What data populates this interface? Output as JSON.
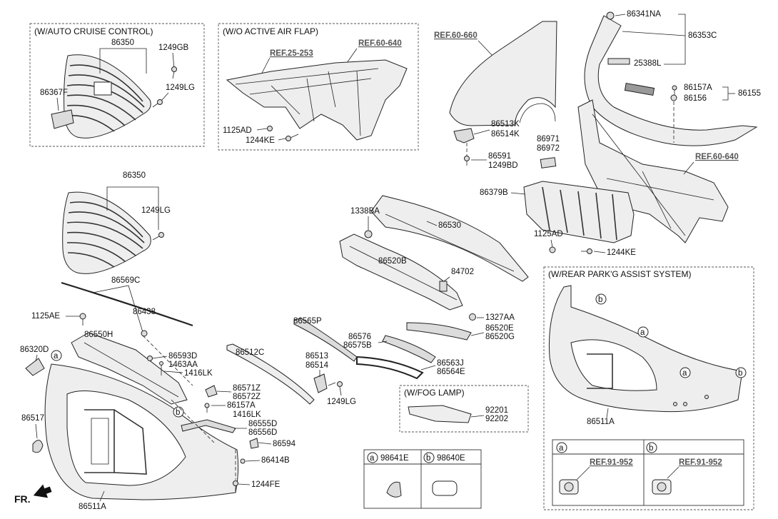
{
  "boxes": {
    "auto_cruise": "(W/AUTO CRUISE CONTROL)",
    "no_air_flap": "(W/O ACTIVE AIR FLAP)",
    "rear_park": "(W/REAR PARK'G ASSIST SYSTEM)",
    "fog_lamp": "(W/FOG LAMP)"
  },
  "refs": {
    "r25_253": "REF.25-253",
    "r60_640_top": "REF.60-640",
    "r60_660": "REF.60-660",
    "r60_640_right": "REF.60-640",
    "r91_952_a": "REF.91-952",
    "r91_952_b": "REF.91-952"
  },
  "labels": {
    "p86350_a": "86350",
    "p1249GB": "1249GB",
    "p86367F": "86367F",
    "p1249LG_a": "1249LG",
    "p1125AD_a": "1125AD",
    "p1244KE_a": "1244KE",
    "p86341NA": "86341NA",
    "p86353C": "86353C",
    "p25388L": "25388L",
    "p86157A_a": "86157A",
    "p86156": "86156",
    "p86155": "86155",
    "p86513K": "86513K",
    "p86514K": "86514K",
    "p86591": "86591",
    "p1249BD": "1249BD",
    "p86971": "86971",
    "p86972": "86972",
    "p86379B": "86379B",
    "p1125AD_b": "1125AD",
    "p1244KE_b": "1244KE",
    "p86350_b": "86350",
    "p1249LG_b": "1249LG",
    "p1338BA": "1338BA",
    "p86530": "86530",
    "p86520B": "86520B",
    "p84702": "84702",
    "p86569C": "86569C",
    "p86438": "86438",
    "p1125AE": "1125AE",
    "p86550H": "86550H",
    "p86320D": "86320D",
    "p86593D": "86593D",
    "p1463AA": "1463AA",
    "p1416LK_a": "1416LK",
    "p86571Z": "86571Z",
    "p86572Z": "86572Z",
    "p86157A_b": "86157A",
    "p1416LK_b": "1416LK",
    "p86555D": "86555D",
    "p86556D": "86556D",
    "p86594": "86594",
    "p86414B": "86414B",
    "p1244FE": "1244FE",
    "p86517": "86517",
    "p86511A_a": "86511A",
    "p86512C": "86512C",
    "p86565P": "86565P",
    "p86513": "86513",
    "p86514": "86514",
    "p1249LG_c": "1249LG",
    "p86576": "86576",
    "p86575B": "86575B",
    "p86563J": "86563J",
    "p86564E": "86564E",
    "p1327AA": "1327AA",
    "p86520E": "86520E",
    "p86520G": "86520G",
    "p92201": "92201",
    "p92202": "92202",
    "p98641E": "98641E",
    "p98640E": "98640E",
    "p86511A_b": "86511A",
    "fr": "FR."
  },
  "callouts": {
    "a": "a",
    "b": "b"
  }
}
